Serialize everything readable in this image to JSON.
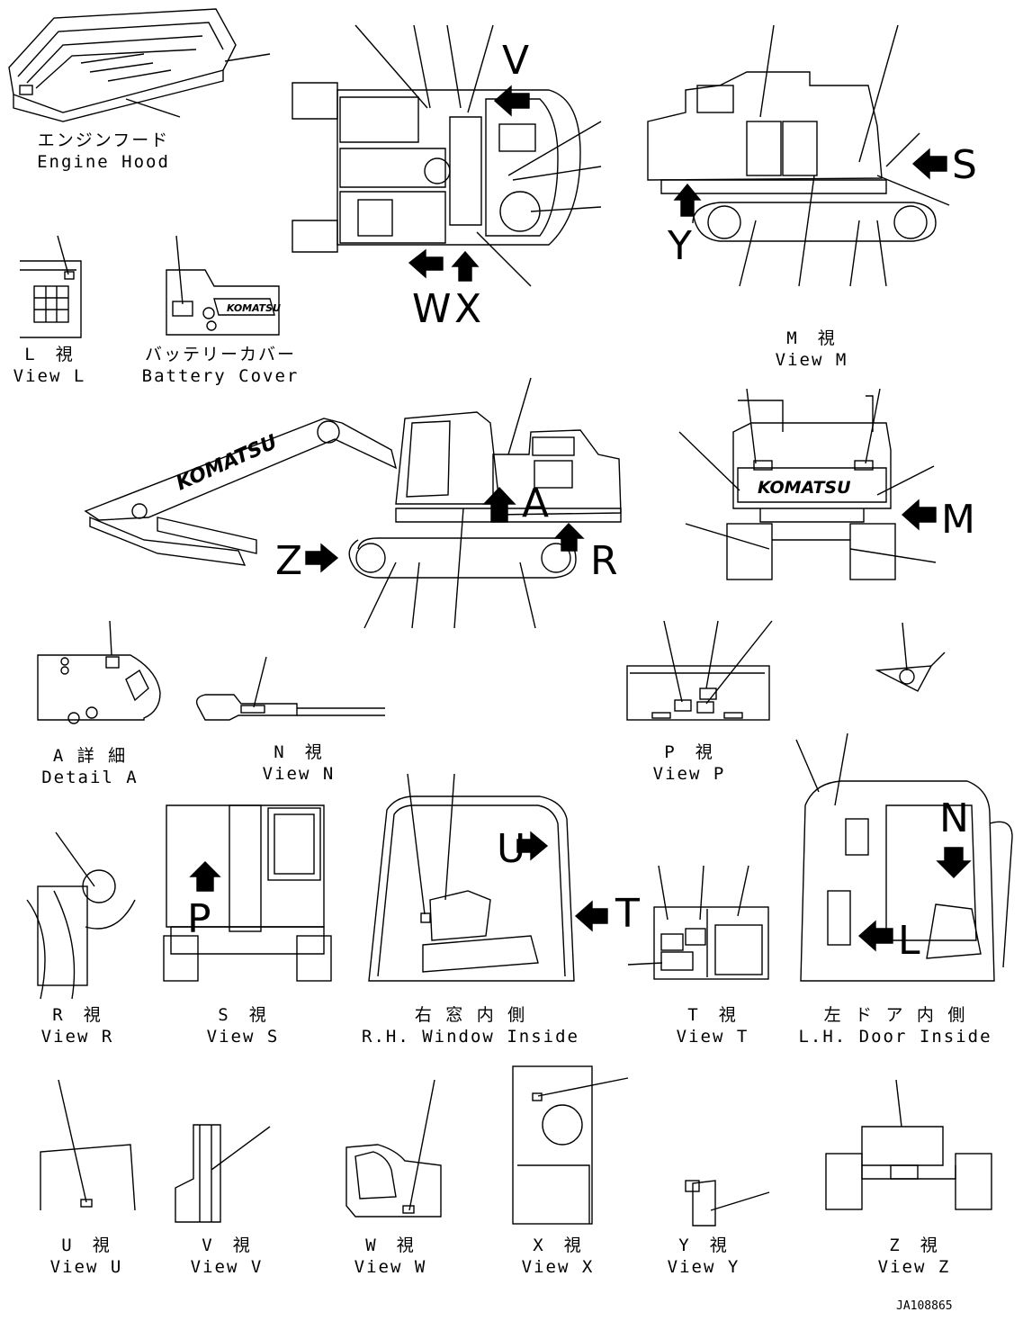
{
  "drawing_code": "JA108865",
  "brand_logo": "KOMATSU",
  "view_letters": [
    "V",
    "S",
    "W",
    "X",
    "Y",
    "A",
    "R",
    "Z",
    "M",
    "U",
    "T",
    "P",
    "N",
    "L"
  ],
  "views": [
    {
      "jp": "エンジンフード",
      "en": "Engine Hood"
    },
    {
      "jp": "L　視",
      "en": "View L"
    },
    {
      "jp": "バッテリーカバー",
      "en": "Battery Cover"
    },
    {
      "jp": "M　視",
      "en": "View M"
    },
    {
      "jp": "A 詳 細",
      "en": "Detail A"
    },
    {
      "jp": "N　視",
      "en": "View N"
    },
    {
      "jp": "P　視",
      "en": "View P"
    },
    {
      "jp": "R　視",
      "en": "View R"
    },
    {
      "jp": "S　視",
      "en": "View S"
    },
    {
      "jp": "右 窓 内 側",
      "en": "R.H. Window Inside"
    },
    {
      "jp": "T　視",
      "en": "View T"
    },
    {
      "jp": "左 ド ア 内 側",
      "en": "L.H. Door Inside"
    },
    {
      "jp": "U　視",
      "en": "View U"
    },
    {
      "jp": "V　視",
      "en": "View V"
    },
    {
      "jp": "W　視",
      "en": "View W"
    },
    {
      "jp": "X　視",
      "en": "View X"
    },
    {
      "jp": "Y　視",
      "en": "View Y"
    },
    {
      "jp": "Z　視",
      "en": "View Z"
    }
  ]
}
